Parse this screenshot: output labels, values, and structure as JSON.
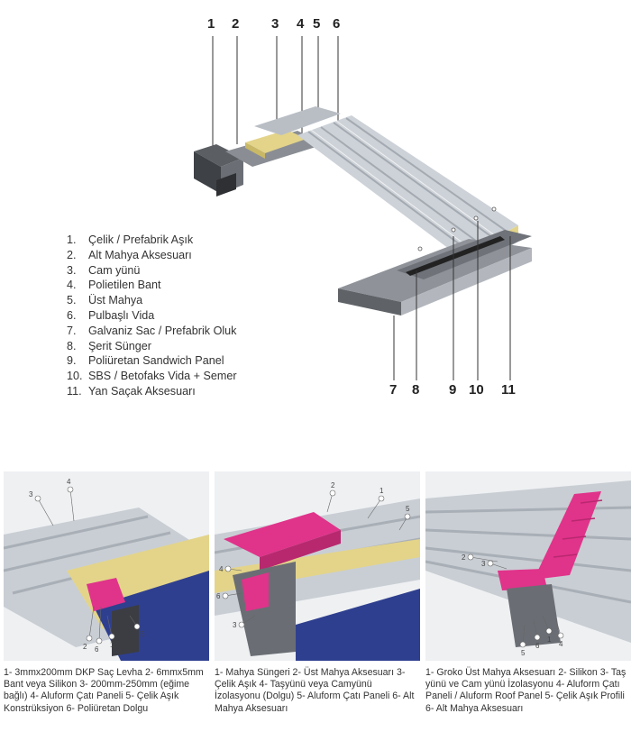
{
  "main_diagram": {
    "top_numbers": [
      "1",
      "2",
      "3",
      "4",
      "5",
      "6"
    ],
    "bottom_numbers": [
      "7",
      "8",
      "9",
      "10",
      "11"
    ],
    "legend": [
      {
        "num": "1.",
        "text": "Çelik / Prefabrik Aşık"
      },
      {
        "num": "2.",
        "text": "Alt Mahya Aksesuarı"
      },
      {
        "num": "3.",
        "text": "Cam yünü"
      },
      {
        "num": "4.",
        "text": "Polietilen Bant"
      },
      {
        "num": "5.",
        "text": "Üst Mahya"
      },
      {
        "num": "6.",
        "text": "Pulbaşlı Vida"
      },
      {
        "num": "7.",
        "text": "Galvaniz Sac / Prefabrik Oluk"
      },
      {
        "num": "8.",
        "text": "Şerit Sünger"
      },
      {
        "num": "9.",
        "text": "Poliüretan Sandwich Panel"
      },
      {
        "num": "10.",
        "text": "SBS / Betofaks Vida + Semer"
      },
      {
        "num": "11.",
        "text": "Yan Saçak Aksesuarı"
      }
    ]
  },
  "panels": [
    {
      "callouts": [
        "3",
        "4",
        "2",
        "6",
        "1",
        "5"
      ],
      "caption": "1- 3mmx200mm DKP Saç Levha 2- 6mmx5mm Bant veya Silikon 3- 200mm-250mm (eğime bağlı) 4- Aluform Çatı Paneli 5- Çelik Aşık Konstrüksiyon 6- Poliüretan Dolgu"
    },
    {
      "callouts": [
        "2",
        "1",
        "5",
        "4",
        "6",
        "3"
      ],
      "caption": "1- Mahya Süngeri 2- Üst Mahya Aksesuarı 3- Çelik Aşık 4- Taşyünü veya Camyünü İzolasyonu (Dolgu) 5- Aluform Çatı Paneli 6- Alt Mahya Aksesuarı"
    },
    {
      "callouts": [
        "2",
        "3",
        "5",
        "6",
        "1",
        "4"
      ],
      "caption": "1- Groko Üst Mahya Aksesuarı 2- Silikon 3- Taş yünü ve Cam yünü İzolasyonu 4- Aluform Çatı Paneli / Aluform Roof Panel 5- Çelik Aşık Profili 6- Alt Mahya Aksesuarı"
    }
  ],
  "colors": {
    "panel_grey": "#c9ced4",
    "steel_dark": "#4a4d52",
    "insulation_yellow": "#e3d48a",
    "accessory_magenta": "#e0338a",
    "purlin_blue": "#2f3f8f"
  }
}
